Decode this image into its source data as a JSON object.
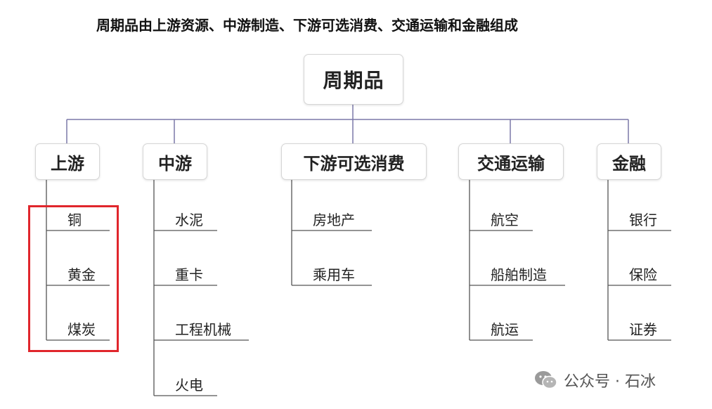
{
  "title": "周期品由上游资源、中游制造、下游可选消费、交通运输和金融组成",
  "root": {
    "label": "周期品"
  },
  "categories": [
    {
      "label": "上游",
      "items": [
        "铜",
        "黄金",
        "煤炭"
      ]
    },
    {
      "label": "中游",
      "items": [
        "水泥",
        "重卡",
        "工程机械",
        "火电"
      ]
    },
    {
      "label": "下游可选消费",
      "items": [
        "房地产",
        "乘用车"
      ]
    },
    {
      "label": "交通运输",
      "items": [
        "航空",
        "船舶制造",
        "航运"
      ]
    },
    {
      "label": "金融",
      "items": [
        "银行",
        "保险",
        "证券"
      ]
    }
  ],
  "watermark": {
    "text": "公众号 · 石冰",
    "icon": "wechat-icon"
  },
  "colors": {
    "connector": "#7b78a8",
    "leaf_line": "#555555",
    "highlight": "#e0262c"
  }
}
